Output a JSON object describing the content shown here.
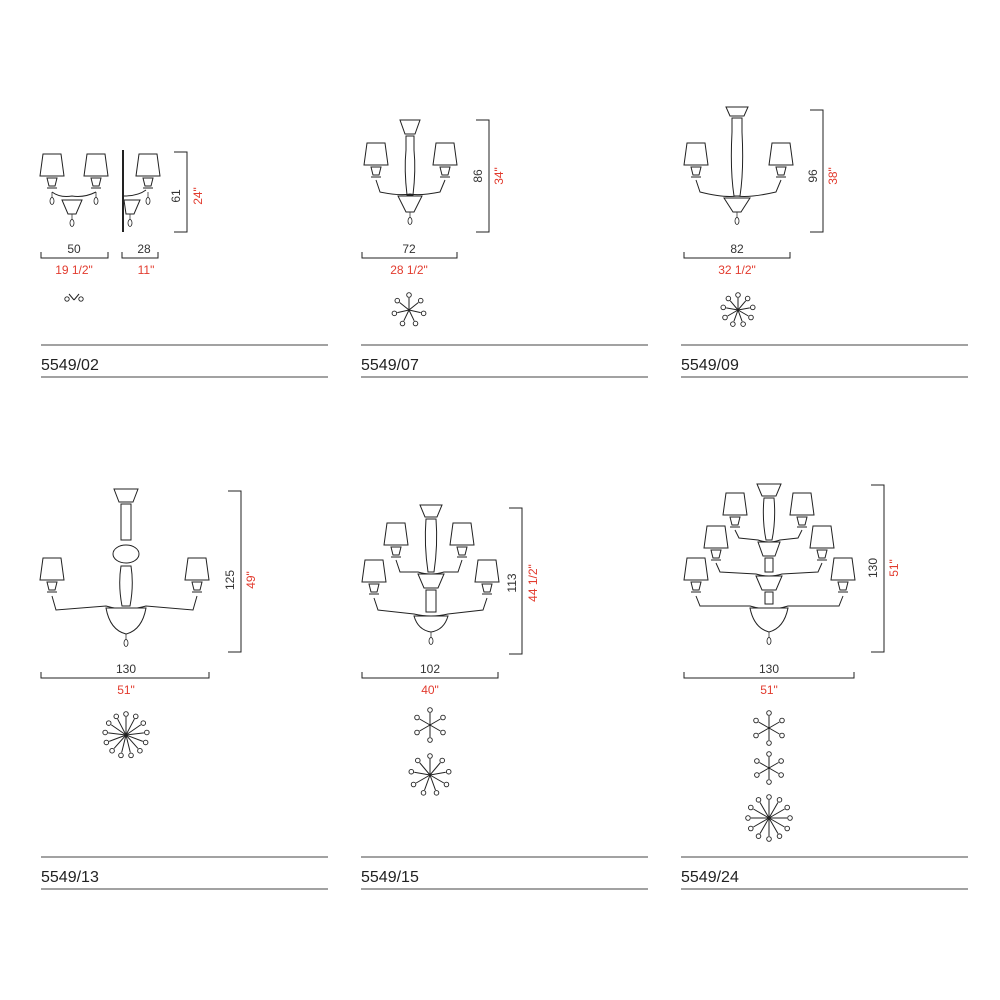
{
  "products": [
    {
      "code": "5549/02",
      "width": "50",
      "width_in": "19 1/2\"",
      "depth": "28",
      "depth_in": "11\"",
      "height": "61",
      "height_in": "24\"",
      "arms": 2
    },
    {
      "code": "5549/07",
      "width": "72",
      "width_in": "28 1/2\"",
      "height": "86",
      "height_in": "34\"",
      "arms": 7
    },
    {
      "code": "5549/09",
      "width": "82",
      "width_in": "32 1/2\"",
      "height": "96",
      "height_in": "38\"",
      "arms": 9
    },
    {
      "code": "5549/13",
      "width": "130",
      "width_in": "51\"",
      "height": "125",
      "height_in": "49\"",
      "arms": 13
    },
    {
      "code": "5549/15",
      "width": "102",
      "width_in": "40\"",
      "height": "113",
      "height_in": "44 1/2\"",
      "arms": 15
    },
    {
      "code": "5549/24",
      "width": "130",
      "width_in": "51\"",
      "height": "130",
      "height_in": "51\"",
      "arms": 24
    }
  ],
  "colors": {
    "metric": "#333333",
    "imperial": "#e23b2e",
    "line": "#222222"
  }
}
